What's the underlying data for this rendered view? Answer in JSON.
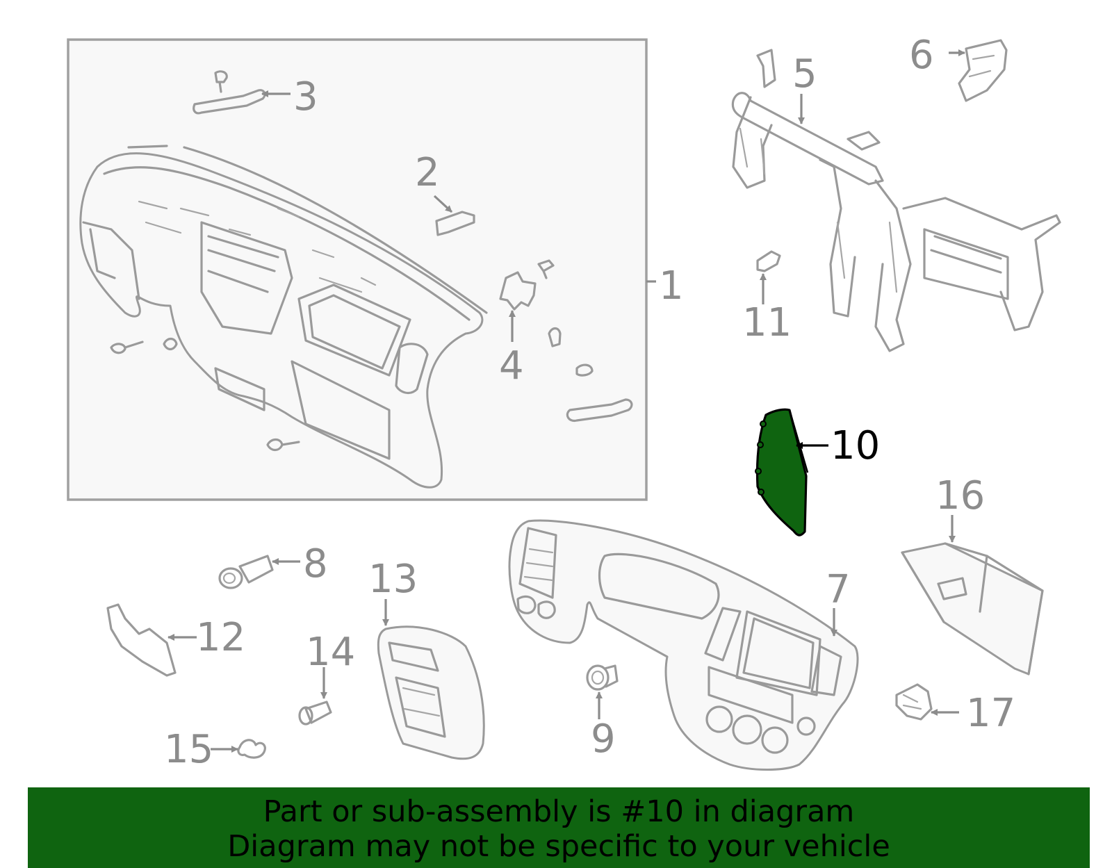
{
  "colors": {
    "highlight": "#0f6410",
    "part_stroke": "#9a9a9a",
    "callout_text": "#8c8c8c",
    "highlight_callout": "#000000",
    "assembly_box_fill": "#f8f8f8"
  },
  "callouts": [
    {
      "id": "1",
      "label": "1"
    },
    {
      "id": "2",
      "label": "2"
    },
    {
      "id": "3",
      "label": "3"
    },
    {
      "id": "4",
      "label": "4"
    },
    {
      "id": "5",
      "label": "5"
    },
    {
      "id": "6",
      "label": "6"
    },
    {
      "id": "7",
      "label": "7"
    },
    {
      "id": "8",
      "label": "8"
    },
    {
      "id": "9",
      "label": "9"
    },
    {
      "id": "10",
      "label": "10",
      "highlighted": true
    },
    {
      "id": "11",
      "label": "11"
    },
    {
      "id": "12",
      "label": "12"
    },
    {
      "id": "13",
      "label": "13"
    },
    {
      "id": "14",
      "label": "14"
    },
    {
      "id": "15",
      "label": "15"
    },
    {
      "id": "16",
      "label": "16"
    },
    {
      "id": "17",
      "label": "17"
    }
  ],
  "banner": {
    "line1": "Part or sub-assembly is #10 in diagram",
    "line2": "Diagram may not be specific to your vehicle"
  }
}
